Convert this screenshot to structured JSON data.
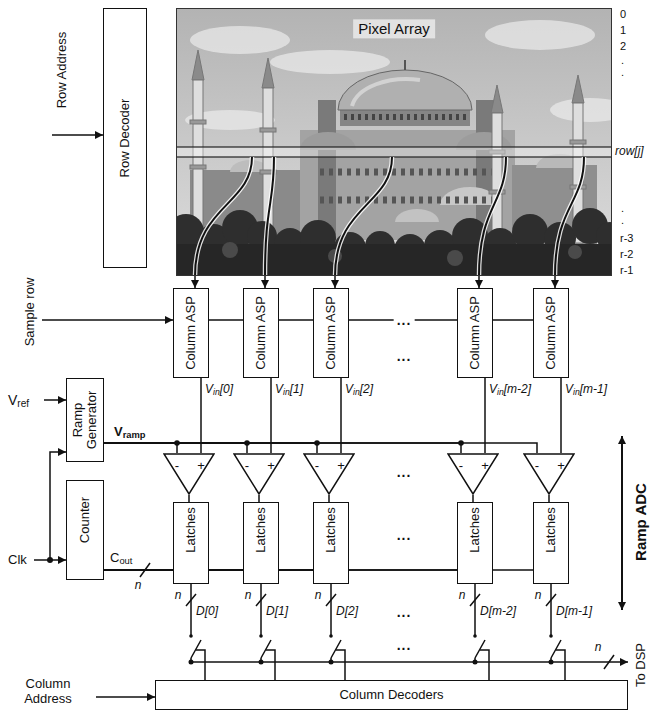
{
  "diagram": {
    "nodes": [
      {
        "text": [
          "Row Decoder"
        ]
      },
      {
        "text": [
          "Pixel Array"
        ]
      },
      {
        "text": [
          "Column ASP"
        ]
      },
      {
        "text": [
          "Column ASP"
        ]
      },
      {
        "text": [
          "Column ASP"
        ]
      },
      {
        "text": [
          "Column ASP"
        ]
      },
      {
        "text": [
          "Column ASP"
        ]
      },
      {
        "text": [
          "Ramp Generator"
        ]
      },
      {
        "text": [
          "-",
          "+"
        ]
      },
      {
        "text": [
          "-",
          "+"
        ]
      },
      {
        "text": [
          "-",
          "+"
        ]
      },
      {
        "text": [
          "-",
          "+"
        ]
      },
      {
        "text": [
          "-",
          "+"
        ]
      },
      {
        "text": [
          "Counter"
        ]
      },
      {
        "text": [
          "Latches"
        ]
      },
      {
        "text": [
          "Latches"
        ]
      },
      {
        "text": [
          "Latches"
        ]
      },
      {
        "text": [
          "Latches"
        ]
      },
      {
        "text": [
          "Latches"
        ]
      },
      {
        "text": [
          "Column Decoders"
        ]
      }
    ],
    "edges": [
      {
        "from": 1,
        "to": 2,
        "arrow": "to"
      },
      {
        "from": 1,
        "to": 3,
        "arrow": "to"
      },
      {
        "from": 1,
        "to": 4,
        "arrow": "to"
      },
      {
        "from": 1,
        "to": 5,
        "arrow": "to"
      },
      {
        "from": 1,
        "to": 6,
        "arrow": "to"
      },
      {
        "from": 2,
        "to": 8,
        "arrow": "none",
        "label": "Vin[0]"
      },
      {
        "from": 3,
        "to": 9,
        "arrow": "none",
        "label": "Vin[1]"
      },
      {
        "from": 4,
        "to": 10,
        "arrow": "none",
        "label": "Vin[2]"
      },
      {
        "from": 5,
        "to": 11,
        "arrow": "none",
        "label": "Vin[m-2]"
      },
      {
        "from": 6,
        "to": 12,
        "arrow": "none",
        "label": "Vin[m-1]"
      },
      {
        "from": 7,
        "to": 8,
        "arrow": "none",
        "label": "Vramp"
      },
      {
        "from": 7,
        "to": 9,
        "arrow": "none"
      },
      {
        "from": 7,
        "to": 10,
        "arrow": "none"
      },
      {
        "from": 7,
        "to": 11,
        "arrow": "none"
      },
      {
        "from": 7,
        "to": 12,
        "arrow": "none"
      },
      {
        "from": 8,
        "to": 14,
        "arrow": "none"
      },
      {
        "from": 9,
        "to": 15,
        "arrow": "none"
      },
      {
        "from": 10,
        "to": 16,
        "arrow": "none"
      },
      {
        "from": 11,
        "to": 17,
        "arrow": "none"
      },
      {
        "from": 12,
        "to": 18,
        "arrow": "none"
      },
      {
        "from": 13,
        "to": 14,
        "arrow": "none",
        "label": "Cout"
      },
      {
        "from": 13,
        "to": 15,
        "arrow": "none"
      },
      {
        "from": 13,
        "to": 16,
        "arrow": "none"
      },
      {
        "from": 13,
        "to": 17,
        "arrow": "none"
      },
      {
        "from": 13,
        "to": 18,
        "arrow": "none"
      }
    ],
    "labels": [
      "Row Address",
      "Sample row",
      "Vref",
      "Clk",
      "0",
      "1",
      "2",
      ".",
      ".",
      "row[j]",
      ".",
      ".",
      "r-3",
      "r-2",
      "r-1",
      "...",
      "...",
      "...",
      "...",
      "n",
      "n",
      "D[0]",
      "n",
      "D[1]",
      "n",
      "D[2]",
      "n",
      "D[m-2]",
      "n",
      "D[m-1]",
      "...",
      "...",
      "n",
      "To DSP",
      "Ramp ADC",
      "Column Address"
    ]
  }
}
